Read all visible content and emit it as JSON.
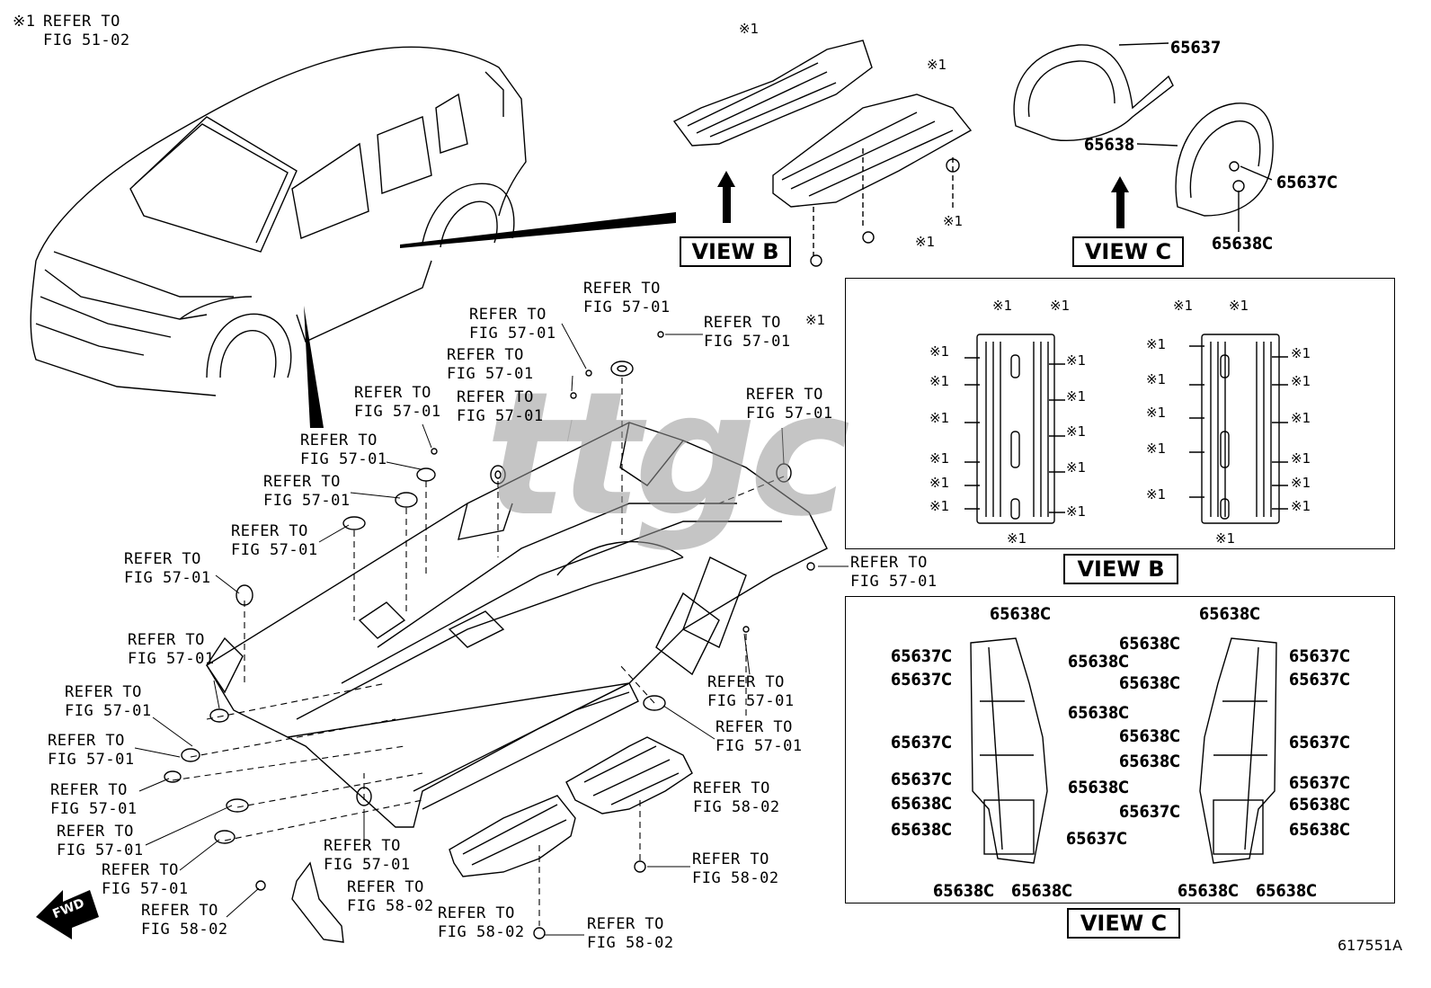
{
  "note": {
    "mark": "※1",
    "text": "REFER TO\nFIG 51-02"
  },
  "views": {
    "b_label": "VIEW B",
    "c_label": "VIEW C"
  },
  "marks": {
    "x1": "※1"
  },
  "refer": {
    "f5701": "REFER TO\nFIG 57-01",
    "f5802": "REFER TO\nFIG 58-02"
  },
  "parts": {
    "p65637": "65637",
    "p65638": "65638",
    "p65637c": "65637C",
    "p65638c": "65638C"
  },
  "figure_id": "617551A",
  "fwd": "FWD",
  "watermark": "ttgc"
}
